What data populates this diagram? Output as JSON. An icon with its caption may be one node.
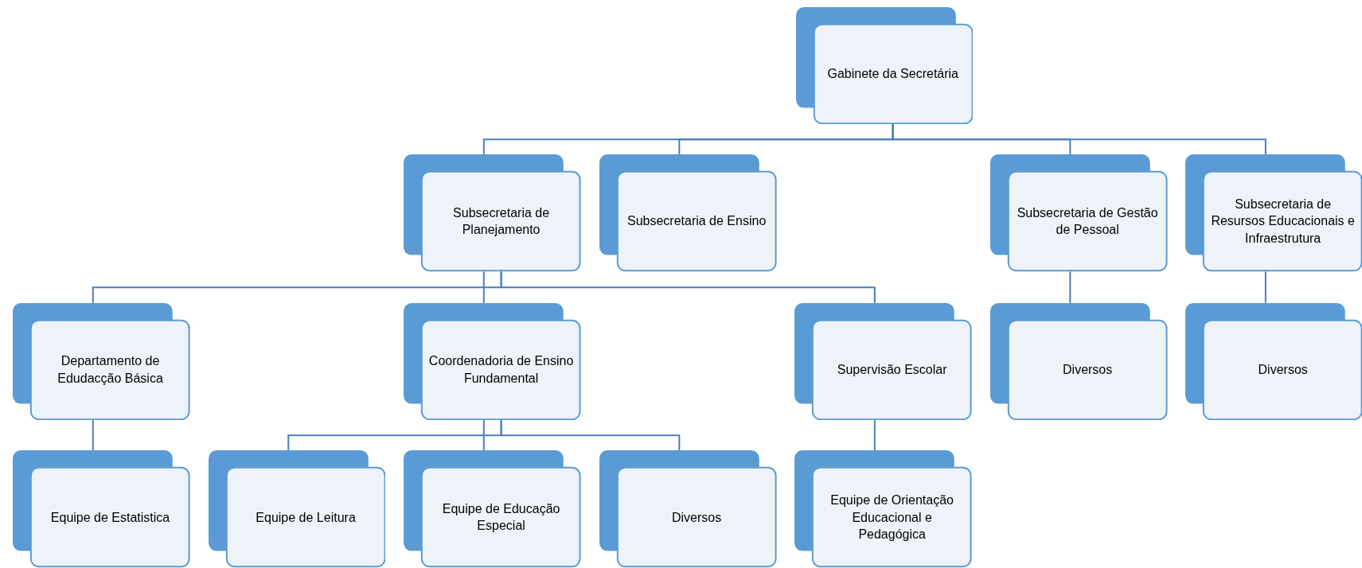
{
  "diagram": {
    "nodes": [
      {
        "text": [
          "Gabinete da Secretária"
        ]
      },
      {
        "text": [
          "Subsecretaria de Planejamento"
        ]
      },
      {
        "text": [
          "Subsecretaria de Ensino"
        ]
      },
      {
        "text": [
          "Subsecretaria de Gestão de Pessoal"
        ]
      },
      {
        "text": [
          "Subsecretaria de Resursos Educacionais e Infraestrutura"
        ]
      },
      {
        "text": [
          "Departamento de Edudacção Básica"
        ]
      },
      {
        "text": [
          "Coordenadoria de Ensino Fundamental"
        ]
      },
      {
        "text": [
          "Supervisão Escolar"
        ]
      },
      {
        "text": [
          "Diversos"
        ]
      },
      {
        "text": [
          "Diversos"
        ]
      },
      {
        "text": [
          "Equipe de Estatistica"
        ]
      },
      {
        "text": [
          "Equipe de Leitura"
        ]
      },
      {
        "text": [
          "Equipe de Educação Especial"
        ]
      },
      {
        "text": [
          "Diversos"
        ]
      },
      {
        "text": [
          "Equipe de Orientação Educacional e Pedagógica"
        ]
      }
    ],
    "edges": [
      {
        "from": 0,
        "to": 1,
        "arrow": "none"
      },
      {
        "from": 0,
        "to": 2,
        "arrow": "none"
      },
      {
        "from": 0,
        "to": 3,
        "arrow": "none"
      },
      {
        "from": 0,
        "to": 4,
        "arrow": "none"
      },
      {
        "from": 1,
        "to": 5,
        "arrow": "none"
      },
      {
        "from": 1,
        "to": 6,
        "arrow": "none"
      },
      {
        "from": 1,
        "to": 7,
        "arrow": "none"
      },
      {
        "from": 3,
        "to": 8,
        "arrow": "none"
      },
      {
        "from": 4,
        "to": 9,
        "arrow": "none"
      },
      {
        "from": 5,
        "to": 10,
        "arrow": "none"
      },
      {
        "from": 6,
        "to": 11,
        "arrow": "none"
      },
      {
        "from": 6,
        "to": 12,
        "arrow": "none"
      },
      {
        "from": 6,
        "to": 13,
        "arrow": "none"
      },
      {
        "from": 7,
        "to": 14,
        "arrow": "none"
      }
    ]
  }
}
